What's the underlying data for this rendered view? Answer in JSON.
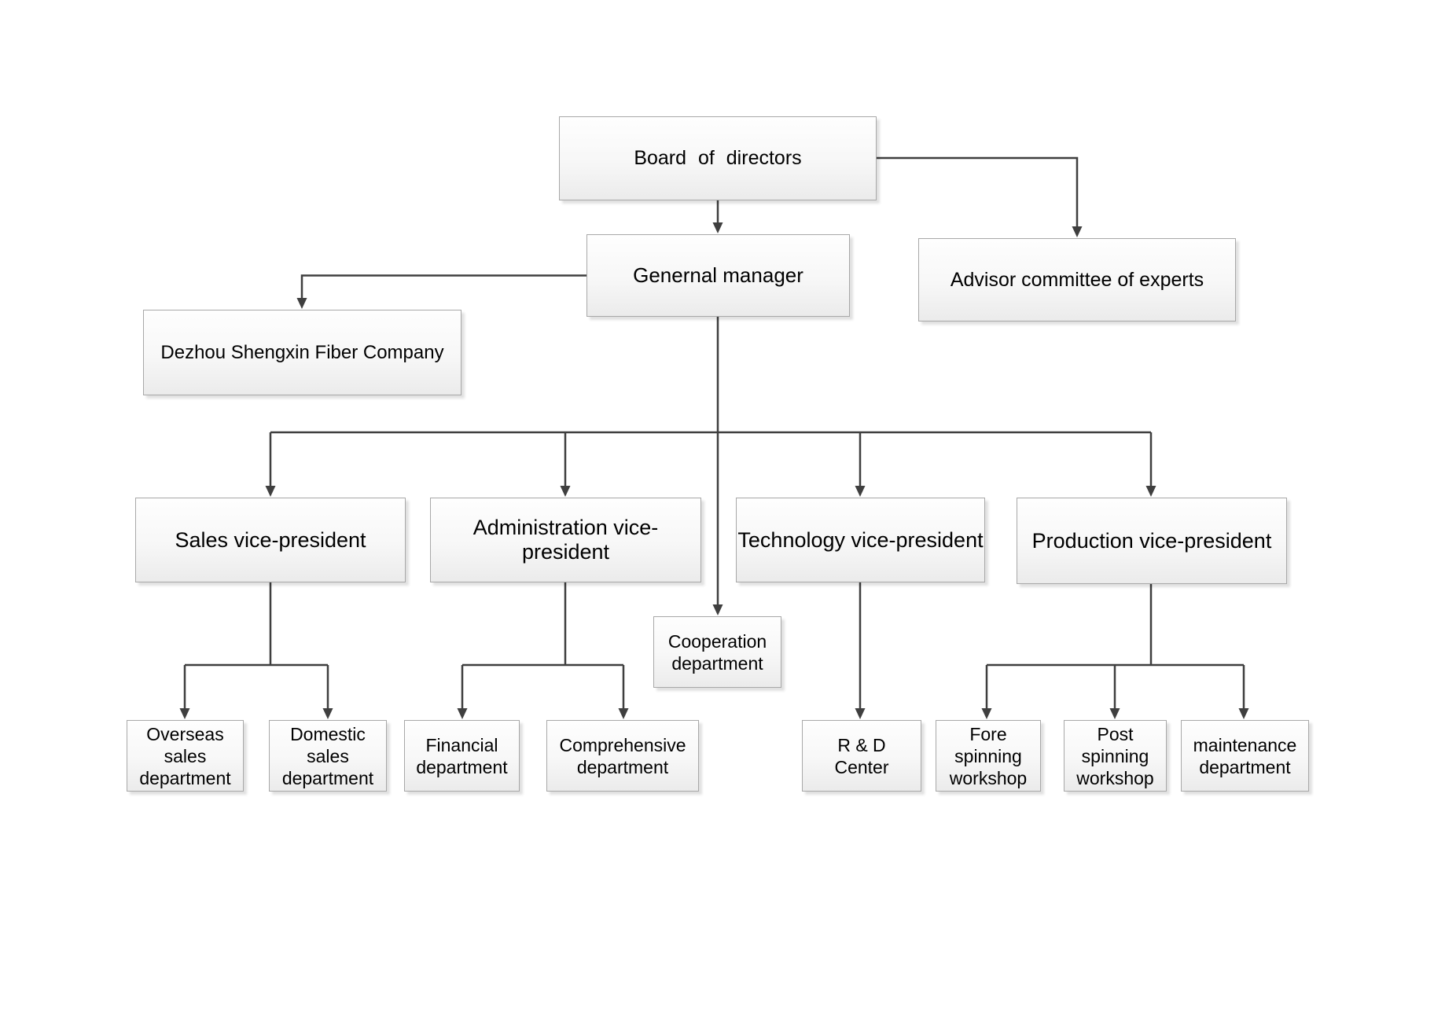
{
  "nodes": {
    "board": {
      "label": "Board of directors"
    },
    "gm": {
      "label": "Genernal manager"
    },
    "advisor": {
      "label": "Advisor committee of experts"
    },
    "dezhou": {
      "label": "Dezhou Shengxin Fiber Company"
    },
    "sales_vp": {
      "label": "Sales vice-president"
    },
    "admin_vp": {
      "label": "Administration vice-president"
    },
    "tech_vp": {
      "label": "Technology vice-president"
    },
    "prod_vp": {
      "label": "Production vice-president"
    },
    "cooperation": {
      "label": "Cooperation\ndepartment"
    },
    "overseas": {
      "label": "Overseas\nsales\ndepartment"
    },
    "domestic": {
      "label": "Domestic\nsales\ndepartment"
    },
    "financial": {
      "label": "Financial\ndepartment"
    },
    "comprehensive": {
      "label": "Comprehensive\ndepartment"
    },
    "rd_center": {
      "label": "R & D\nCenter"
    },
    "fore_spinning": {
      "label": "Fore\nspinning\nworkshop"
    },
    "post_spinning": {
      "label": "Post\nspinning\nworkshop"
    },
    "maintenance": {
      "label": "maintenance\ndepartment"
    }
  },
  "connections": [
    {
      "from": "board",
      "to": "gm"
    },
    {
      "from": "board",
      "to": "advisor"
    },
    {
      "from": "gm",
      "to": "dezhou"
    },
    {
      "from": "gm",
      "to": "cooperation"
    },
    {
      "from": "gm",
      "to": "sales_vp"
    },
    {
      "from": "gm",
      "to": "admin_vp"
    },
    {
      "from": "gm",
      "to": "tech_vp"
    },
    {
      "from": "gm",
      "to": "prod_vp"
    },
    {
      "from": "sales_vp",
      "to": "overseas"
    },
    {
      "from": "sales_vp",
      "to": "domestic"
    },
    {
      "from": "admin_vp",
      "to": "financial"
    },
    {
      "from": "admin_vp",
      "to": "comprehensive"
    },
    {
      "from": "tech_vp",
      "to": "rd_center"
    },
    {
      "from": "prod_vp",
      "to": "fore_spinning"
    },
    {
      "from": "prod_vp",
      "to": "post_spinning"
    },
    {
      "from": "prod_vp",
      "to": "maintenance"
    }
  ],
  "colors": {
    "line": "#3f3f3f",
    "box_border": "#a8a8a8",
    "box_fill_top": "#fefefe",
    "box_fill_bottom": "#ebebeb",
    "text": "#000000",
    "background": "#ffffff"
  }
}
